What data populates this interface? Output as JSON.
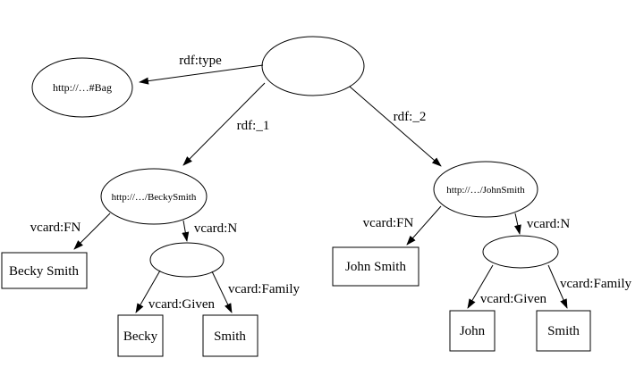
{
  "canvas": {
    "background": "#ffffff",
    "line_color": "#000000"
  },
  "nodes": {
    "root_blank": {
      "label": ""
    },
    "bag": {
      "label": "http://…#Bag"
    },
    "becky_resource": {
      "label": "http://…/BeckySmith"
    },
    "john_resource": {
      "label": "http://…/JohnSmith"
    },
    "becky_name_blank": {
      "label": ""
    },
    "john_name_blank": {
      "label": ""
    }
  },
  "literals": {
    "becky_fn": "Becky Smith",
    "becky_given": "Becky",
    "becky_family": "Smith",
    "john_fn": "John Smith",
    "john_given": "John",
    "john_family": "Smith"
  },
  "edges": {
    "rdf_type": "rdf:type",
    "rdf_1": "rdf:_1",
    "rdf_2": "rdf:_2",
    "vcard_fn": "vcard:FN",
    "vcard_n": "vcard:N",
    "vcard_given": "vcard:Given",
    "vcard_family": "vcard:Family"
  }
}
